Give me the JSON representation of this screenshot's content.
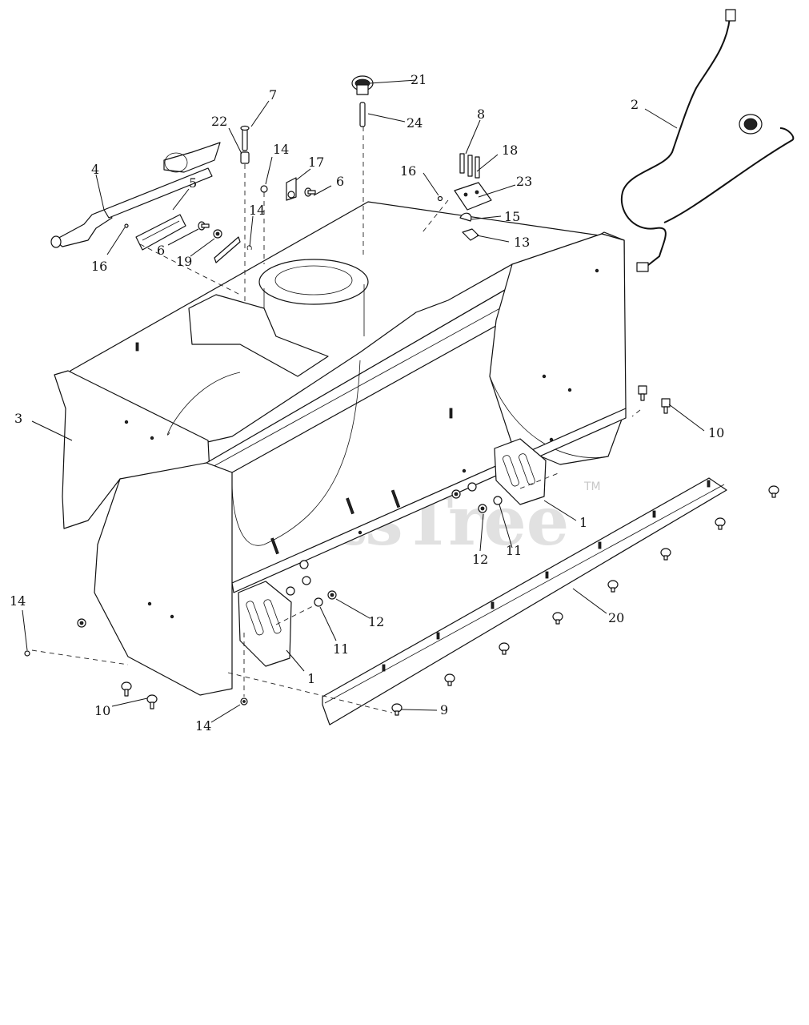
{
  "watermark": {
    "text": "PartsTree",
    "tm": "TM"
  },
  "callouts": {
    "c1a": "1",
    "c1b": "1",
    "c2": "2",
    "c3": "3",
    "c4": "4",
    "c5": "5",
    "c6a": "6",
    "c6b": "6",
    "c7": "7",
    "c8": "8",
    "c9": "9",
    "c10a": "10",
    "c10b": "10",
    "c11a": "11",
    "c11b": "11",
    "c12a": "12",
    "c12b": "12",
    "c13": "13",
    "c14a": "14",
    "c14b": "14",
    "c14c": "14",
    "c14d": "14",
    "c15": "15",
    "c16a": "16",
    "c16b": "16",
    "c17": "17",
    "c18": "18",
    "c19": "19",
    "c20": "20",
    "c21": "21",
    "c22": "22",
    "c23": "23",
    "c24": "24"
  }
}
